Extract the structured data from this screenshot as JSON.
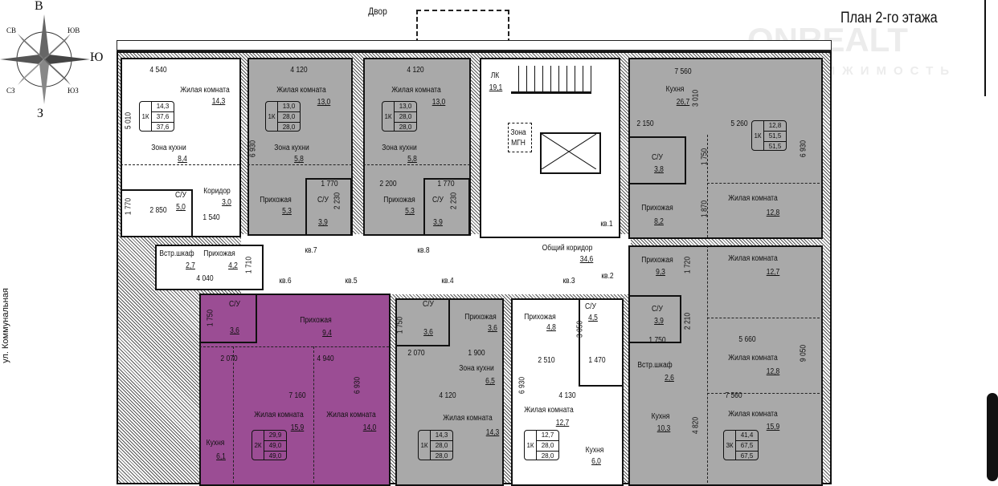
{
  "title": "План 2-го этажа",
  "yard": "Двор",
  "street": "ул. Коммунальная",
  "watermark": {
    "brand": "ONREALT",
    "sub": "НЕДВИЖИМОСТЬ"
  },
  "compass": {
    "n": "В",
    "e": "Ю",
    "s": "З",
    "w": "",
    "ne": "ЮВ",
    "nw": "СВ",
    "se": "ЮЗ",
    "sw": "СЗ"
  },
  "common": {
    "stair": {
      "name": "ЛК",
      "area": "19,1"
    },
    "mgn": {
      "line1": "Зона",
      "line2": "МГН"
    },
    "corridor": {
      "name": "Общий коридор",
      "area": "34,6"
    }
  },
  "apartment_labels": [
    "кв.1",
    "кв.2",
    "кв.3",
    "кв.4",
    "кв.5",
    "кв.6",
    "кв.7",
    "кв.8"
  ],
  "apartments": [
    {
      "rooms": [
        {
          "name": "Жилая комната",
          "area": "14,3"
        },
        {
          "name": "Зона кухни",
          "area": "8,4"
        },
        {
          "name": "С/У",
          "area": "5,0"
        },
        {
          "name": "Коридор",
          "area": "3,0"
        },
        {
          "name": "Встр.шкаф",
          "area": "2,7"
        },
        {
          "name": "Прихожая",
          "area": "4,2"
        }
      ],
      "summary": {
        "type": "1К",
        "living": "14,3",
        "total": "37,6",
        "total_b": "37,6"
      },
      "dims": [
        "4 540",
        "5 010",
        "2 850",
        "1 540",
        "1 770",
        "4 040",
        "1 710"
      ]
    },
    {
      "rooms": [
        {
          "name": "Жилая комната",
          "area": "13,0"
        },
        {
          "name": "Зона кухни",
          "area": "5,8"
        },
        {
          "name": "Прихожая",
          "area": "5,3"
        },
        {
          "name": "С/У",
          "area": "3,9"
        }
      ],
      "summary": {
        "type": "1К",
        "living": "13,0",
        "total": "28,0",
        "total_b": "28,0"
      },
      "dims": [
        "4 120",
        "6 930",
        "1 770",
        "2 230"
      ]
    },
    {
      "rooms": [
        {
          "name": "Жилая комната",
          "area": "13,0"
        },
        {
          "name": "Зона кухни",
          "area": "5,8"
        },
        {
          "name": "Прихожая",
          "area": "5,3"
        },
        {
          "name": "С/У",
          "area": "3,9"
        }
      ],
      "summary": {
        "type": "1К",
        "living": "13,0",
        "total": "28,0",
        "total_b": "28,0"
      },
      "dims": [
        "4 120",
        "2 200",
        "1 770",
        "2 230"
      ]
    },
    {
      "rooms": [
        {
          "name": "Кухня",
          "area": "26,7"
        },
        {
          "name": "С/У",
          "area": "3,8"
        },
        {
          "name": "Прихожая",
          "area": "8,2"
        },
        {
          "name": "Жилая комната",
          "area": "12,8"
        }
      ],
      "summary": {
        "type": "1К",
        "living": "12,8",
        "total": "51,5",
        "total_b": "51,5"
      },
      "dims": [
        "7 560",
        "3 010",
        "2 150",
        "5 260",
        "6 930",
        "1 750",
        "1 870"
      ]
    },
    {
      "rooms": [
        {
          "name": "Прихожая",
          "area": "9,3"
        },
        {
          "name": "Жилая комната",
          "area": "12,7"
        },
        {
          "name": "С/У",
          "area": "3,9"
        },
        {
          "name": "Жилая комната",
          "area": "12,8"
        },
        {
          "name": "Встр.шкаф",
          "area": "2,6"
        },
        {
          "name": "Кухня",
          "area": "10,3"
        },
        {
          "name": "Жилая комната",
          "area": "15,9"
        }
      ],
      "summary": {
        "type": "3К",
        "living": "41,4",
        "total": "67,5",
        "total_b": "67,5"
      },
      "dims": [
        "1 720",
        "2 210",
        "1 750",
        "5 660",
        "9 050",
        "7 560",
        "4 820"
      ]
    },
    {
      "rooms": [
        {
          "name": "С/У",
          "area": "3,6"
        },
        {
          "name": "Прихожая",
          "area": "9,4"
        },
        {
          "name": "Жилая комната",
          "area": "15,9"
        },
        {
          "name": "Жилая комната",
          "area": "14,0"
        },
        {
          "name": "Кухня",
          "area": "6,1"
        }
      ],
      "summary": {
        "type": "2К",
        "living": "29,9",
        "total": "49,0",
        "total_b": "49,0"
      },
      "dims": [
        "1 750",
        "2 070",
        "4 940",
        "7 160",
        "6 930"
      ]
    },
    {
      "rooms": [
        {
          "name": "С/У",
          "area": "3,6"
        },
        {
          "name": "Прихожая",
          "area": "3,6"
        },
        {
          "name": "Зона кухни",
          "area": "6,5"
        },
        {
          "name": "Жилая комната",
          "area": "14,3"
        }
      ],
      "summary": {
        "type": "1К",
        "living": "14,3",
        "total": "28,0",
        "total_b": "28,0"
      },
      "dims": [
        "1 750",
        "2 070",
        "1 900",
        "4 120"
      ]
    },
    {
      "rooms": [
        {
          "name": "Прихожая",
          "area": "4,8"
        },
        {
          "name": "С/У",
          "area": "4,5"
        },
        {
          "name": "Жилая комната",
          "area": "12,7"
        },
        {
          "name": "Кухня",
          "area": "6,0"
        }
      ],
      "summary": {
        "type": "1К",
        "living": "12,7",
        "total": "28,0",
        "total_b": "28,0"
      },
      "dims": [
        "3 050",
        "2 510",
        "1 470",
        "6 930",
        "4 130"
      ]
    },
    {
      "colors": {
        "apartment_fill": "#a9a9a9",
        "highlight": "#9b4d94"
      }
    }
  ]
}
